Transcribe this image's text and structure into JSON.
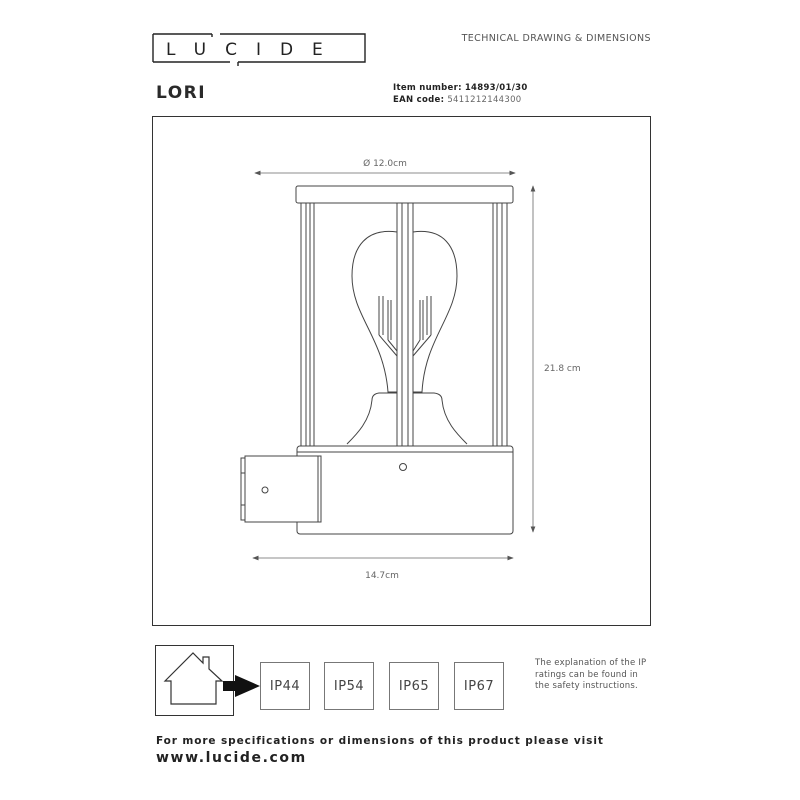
{
  "header": {
    "brand": "LUCIDE",
    "brand_letters": [
      "L",
      "U",
      "C",
      "i",
      "D",
      "E"
    ],
    "document_type": "TECHNICAL DRAWING & DIMENSIONS"
  },
  "product": {
    "name": "LORI",
    "item_number_label": "Item number:",
    "item_number": "14893/01/30",
    "ean_label": "EAN code:",
    "ean_code": "5411212144300"
  },
  "drawing": {
    "diameter_label": "Ø 12.0cm",
    "height_label": "21.8 cm",
    "depth_label": "14.7cm",
    "line_color": "#444444",
    "dim_color": "#666666"
  },
  "ip_section": {
    "icon": "house-icon",
    "arrow_icon": "arrow-right-icon",
    "ratings": [
      "IP44",
      "IP54",
      "IP65",
      "IP67"
    ],
    "selected_rating": "IP44",
    "note": "The explanation of the IP ratings can be found in the safety instructions."
  },
  "footer": {
    "text": "For more specifications or dimensions of this product please visit",
    "url": "www.lucide.com"
  }
}
